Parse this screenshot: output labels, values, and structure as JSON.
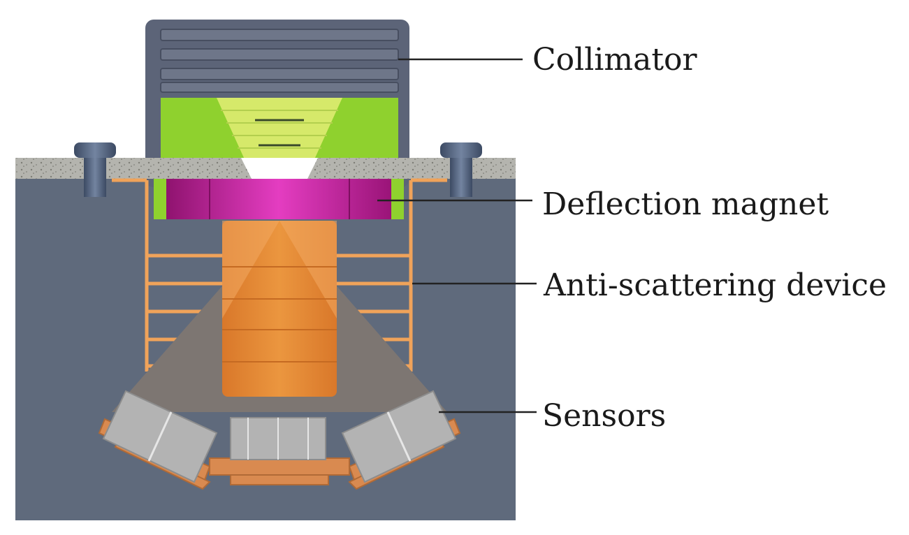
{
  "labels": {
    "collimator": "Collimator",
    "deflection_magnet": "Deflection magnet",
    "anti_scattering": "Anti-scattering device",
    "sensors": "Sensors"
  },
  "colors": {
    "housing": "#5f6a7c",
    "collimator_body": "#5c6478",
    "collimator_plate": "#6e7689",
    "green": "#8fd12e",
    "green_light": "#d6e96a",
    "magnet": "#b4178f",
    "magnet_highlight": "#e43dc1",
    "anti_scatter": "#f0a35a",
    "core": "#e68a2e",
    "cone": "#7d7672",
    "sensor": "#b3b3b3",
    "pcb": "#d98a50",
    "plate": "#b2b2ac",
    "screw": "#4e5d78",
    "leader": "#222222"
  }
}
